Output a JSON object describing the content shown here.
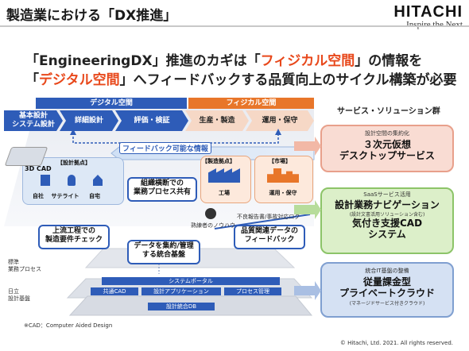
{
  "header": {
    "title": "製造業における「DX推進」",
    "logo_main": "HITACHI",
    "logo_sub": "Inspire the Next"
  },
  "headline": {
    "line1_a": "「EngineeringDX」推進のカギは「",
    "line1_hl": "フィジカル空間",
    "line1_b": "」の情報を",
    "line2_a": "「",
    "line2_hl": "デジタル空間",
    "line2_b": "」へフィードバックする品質向上のサイクル構築が必要"
  },
  "spaces": {
    "digital": "デジタル空間",
    "physical": "フィジカル空間"
  },
  "phases": [
    "基本設計\nシステム設計",
    "詳細設計",
    "評価・検証",
    "生産・製造",
    "運用・保守"
  ],
  "feedback_label": "フィードバック可能な情報",
  "design_hub": {
    "tag": "【設計拠点】",
    "cad": "3D CAD",
    "sites": [
      "自社",
      "サテライト",
      "自宅"
    ]
  },
  "manufacturing_hub": {
    "tag": "【製造拠点】",
    "item": "工場"
  },
  "market": {
    "tag": "【市場】",
    "item": "運用・保守"
  },
  "callouts": {
    "org": "組織横断での\n業務プロセス共有",
    "upstream": "上流工程での\n製造要件チェック",
    "aggregate": "データを集約/管理\nする統合基盤",
    "quality": "品質関連データの\nフィードバック"
  },
  "notes": {
    "defect": "不良報告書/事故対応ログ",
    "veteran": "熟練者のノウハウ"
  },
  "platform": {
    "standard": "標準\n業務プロセス",
    "hitachi": "日立\n設計基盤",
    "portal": "システムポータル",
    "cad": "共通CAD",
    "app": "設計アプリケーション",
    "process": "プロセス管理",
    "db": "設計統合DB"
  },
  "services": {
    "heading": "サービス・ソリューション群",
    "items": [
      {
        "small": "設計空間の集約化",
        "big": "３次元仮想\nデスクトップサービス",
        "note": ""
      },
      {
        "small": "SaaSサービス活用",
        "big": "設計業務ナビゲーション",
        "note": "(設計文書活用ソリューション含む)",
        "big2": "気付き支援CAD\nシステム"
      },
      {
        "small": "統合IT基盤の整備",
        "big": "従量課金型\nプライベートクラウド",
        "note": "(マネージドサービス付きクラウド)"
      }
    ]
  },
  "footer": {
    "note": "※CAD：Computer Aided Design",
    "copyright": "© Hitachi, Ltd. 2021. All rights reserved."
  },
  "colors": {
    "digital_blue": "#2e5cb8",
    "physical_orange": "#e8481b",
    "service1_bg": "#f9dcd3",
    "service2_bg": "#dcefc9",
    "service3_bg": "#d5e1f3"
  }
}
